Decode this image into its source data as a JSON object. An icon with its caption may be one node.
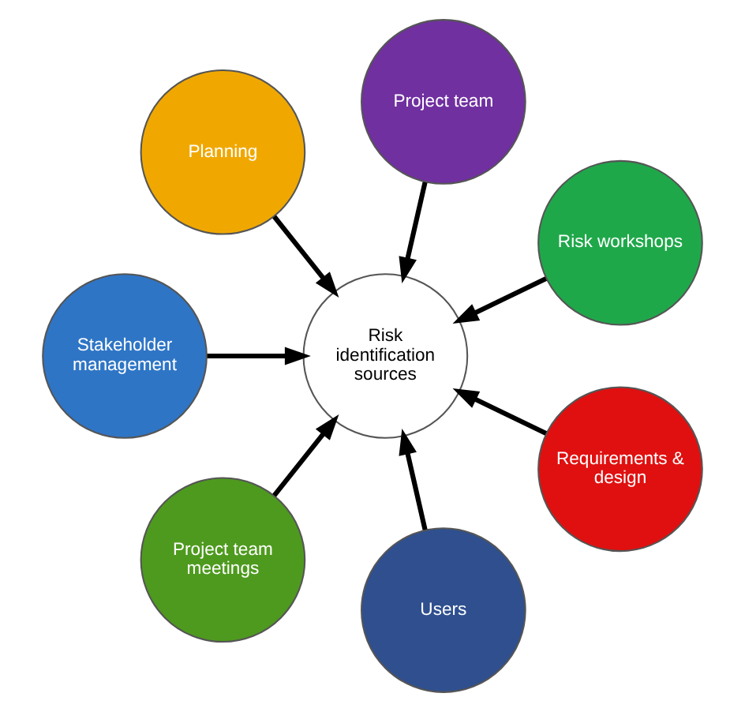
{
  "diagram": {
    "nodes": [
      {
        "text": [
          "Risk identification sources"
        ]
      },
      {
        "text": [
          "Risk workshops"
        ]
      },
      {
        "text": [
          "Project team"
        ]
      },
      {
        "text": [
          "Planning"
        ]
      },
      {
        "text": [
          "Stakeholder management"
        ]
      },
      {
        "text": [
          "Project team meetings"
        ]
      },
      {
        "text": [
          "Users"
        ]
      },
      {
        "text": [
          "Requirements & design"
        ]
      }
    ],
    "edges": [
      {
        "from": 1,
        "to": 0,
        "arrow": "to"
      },
      {
        "from": 2,
        "to": 0,
        "arrow": "to"
      },
      {
        "from": 3,
        "to": 0,
        "arrow": "to"
      },
      {
        "from": 4,
        "to": 0,
        "arrow": "to"
      },
      {
        "from": 5,
        "to": 0,
        "arrow": "to"
      },
      {
        "from": 6,
        "to": 0,
        "arrow": "to"
      },
      {
        "from": 7,
        "to": 0,
        "arrow": "to"
      }
    ]
  }
}
